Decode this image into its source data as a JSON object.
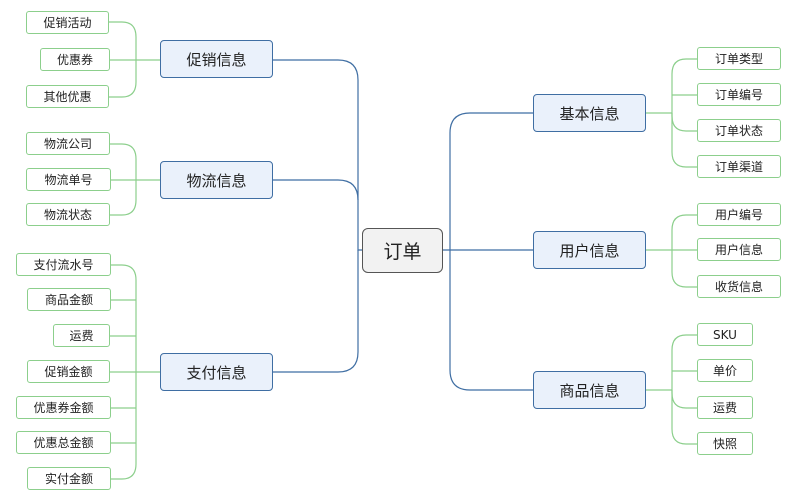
{
  "root": "订单",
  "branches": {
    "promo": {
      "title": "促销信息",
      "items": [
        "促销活动",
        "优惠券",
        "其他优惠"
      ]
    },
    "logistics": {
      "title": "物流信息",
      "items": [
        "物流公司",
        "物流单号",
        "物流状态"
      ]
    },
    "payment": {
      "title": "支付信息",
      "items": [
        "支付流水号",
        "商品金额",
        "运费",
        "促销金额",
        "优惠券金额",
        "优惠总金额",
        "实付金额"
      ]
    },
    "basic": {
      "title": "基本信息",
      "items": [
        "订单类型",
        "订单编号",
        "订单状态",
        "订单渠道"
      ]
    },
    "user": {
      "title": "用户信息",
      "items": [
        "用户编号",
        "用户信息",
        "收货信息"
      ]
    },
    "goods": {
      "title": "商品信息",
      "items": [
        "SKU",
        "单价",
        "运费",
        "快照"
      ]
    }
  },
  "colors": {
    "root_link": "#3f6ea3",
    "leaf_link": "#8ccf8c"
  }
}
